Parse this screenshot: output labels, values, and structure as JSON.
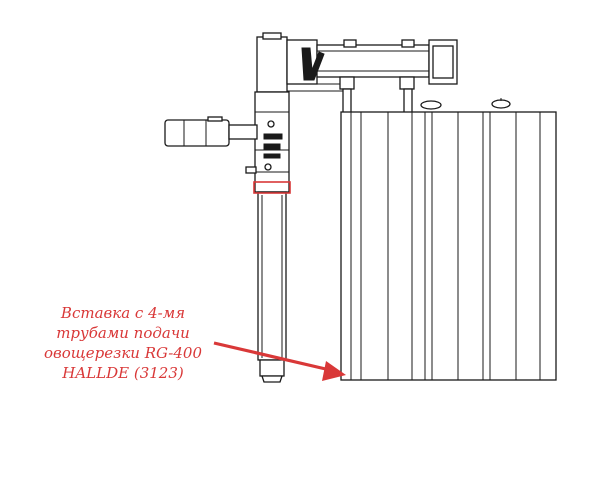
{
  "annotation": {
    "lines": [
      "Вставка с 4-мя",
      "трубами подачи",
      "овощерезки RG-400",
      "HALLDE (3123)"
    ],
    "color": "#d93838"
  },
  "drawing": {
    "line_color": "#1a1a1a",
    "accent_color": "#d93838"
  }
}
